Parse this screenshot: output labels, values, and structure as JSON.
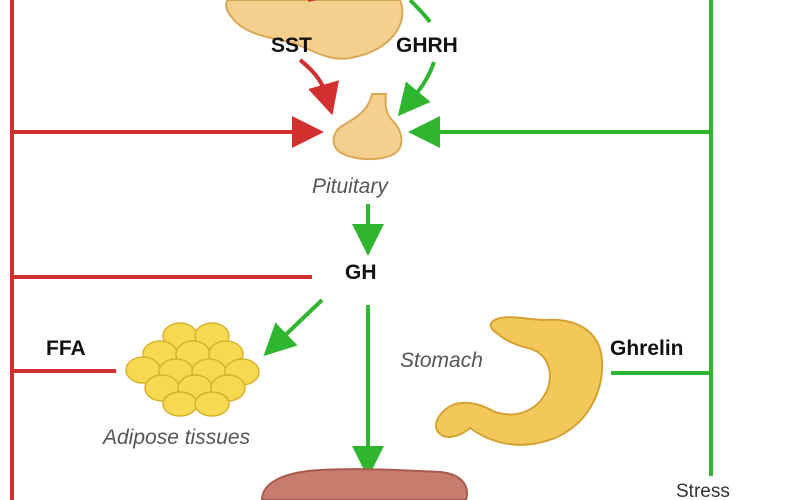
{
  "labels": {
    "sst": "SST",
    "ghrh": "GHRH",
    "pituitary": "Pituitary",
    "gh": "GH",
    "ffa": "FFA",
    "adipose": "Adipose tissues",
    "stomach": "Stomach",
    "ghrelin": "Ghrelin",
    "stress": "Stress"
  },
  "colors": {
    "inhibit": "#d32f2f",
    "stimulate": "#2fb52f",
    "organ_hypothalamus": "#f5cf8e",
    "organ_pituitary": "#f5cf8e",
    "organ_stomach": "#f3c85a",
    "organ_adipose": "#f6d851",
    "organ_liver": "#c97b6e"
  },
  "icons": [
    "hypothalamus-shape",
    "pituitary-gland-shape",
    "adipose-cells-shape",
    "stomach-shape",
    "liver-shape"
  ]
}
